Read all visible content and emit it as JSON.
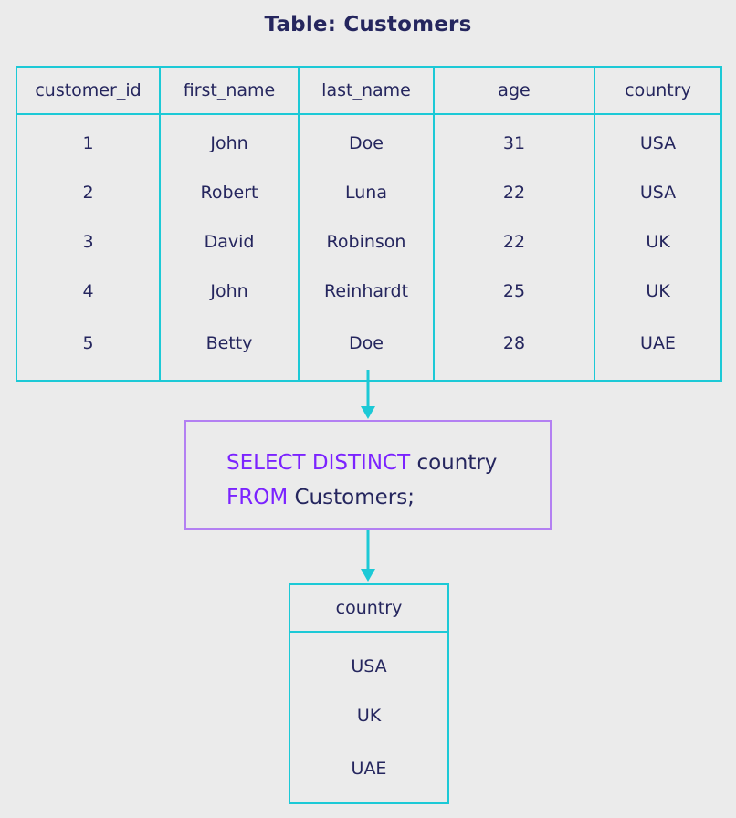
{
  "title": "Table: Customers",
  "customers_table": {
    "columns": [
      "customer_id",
      "first_name",
      "last_name",
      "age",
      "country"
    ],
    "rows": [
      [
        "1",
        "John",
        "Doe",
        "31",
        "USA"
      ],
      [
        "2",
        "Robert",
        "Luna",
        "22",
        "USA"
      ],
      [
        "3",
        "David",
        "Robinson",
        "22",
        "UK"
      ],
      [
        "4",
        "John",
        "Reinhardt",
        "25",
        "UK"
      ],
      [
        "5",
        "Betty",
        "Doe",
        "28",
        "UAE"
      ]
    ]
  },
  "query": {
    "line1_keyword": "SELECT DISTINCT",
    "line1_rest": "country",
    "line2_keyword": "FROM",
    "line2_rest": "Customers;"
  },
  "result_table": {
    "columns": [
      "country"
    ],
    "rows": [
      [
        "USA"
      ],
      [
        "UK"
      ],
      [
        "UAE"
      ]
    ]
  },
  "colors": {
    "table_border": "#1cc9d6",
    "arrow": "#1cc9d6",
    "query_border": "#b380f2",
    "keyword": "#7b23ff",
    "text": "#25265e",
    "background": "#ebebeb"
  }
}
